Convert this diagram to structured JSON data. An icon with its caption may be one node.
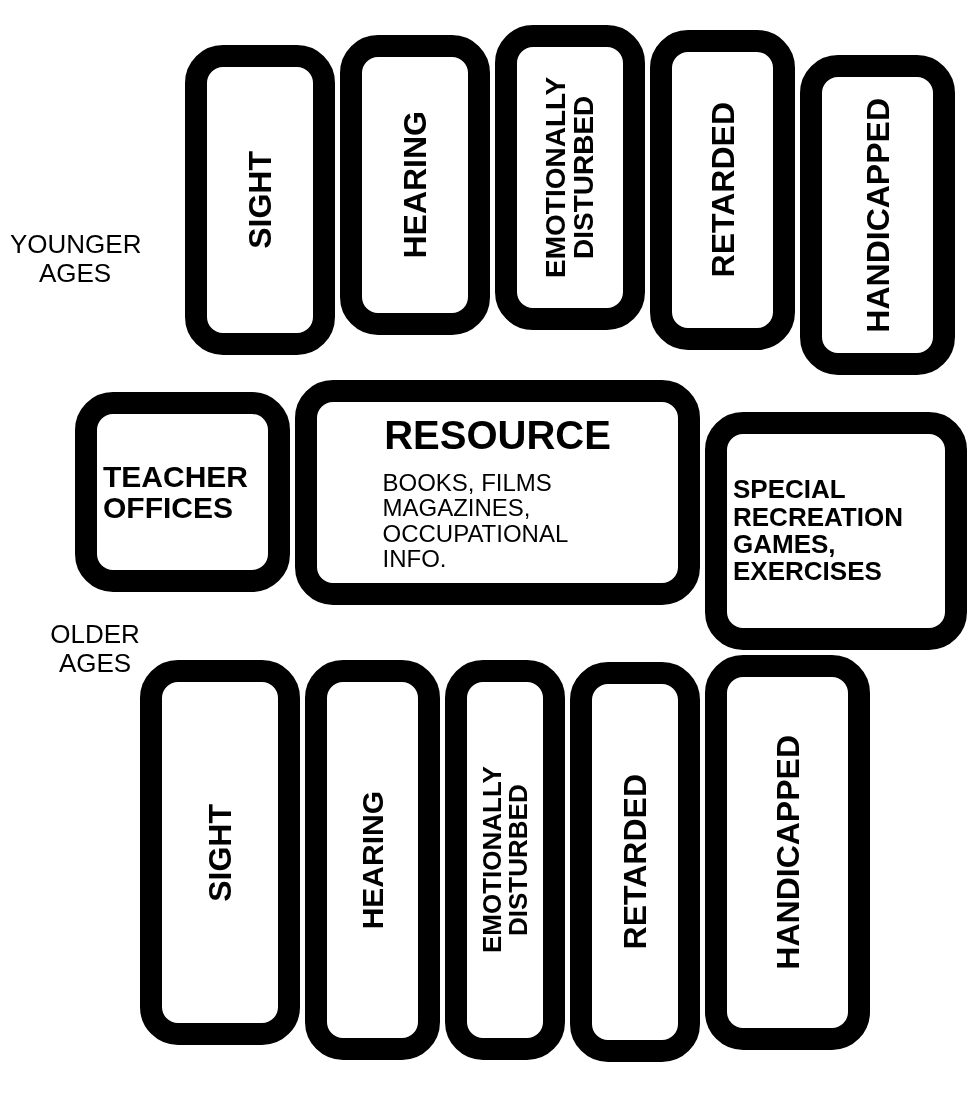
{
  "diagram": {
    "nodes": [
      {
        "text": [
          "SIGHT"
        ]
      },
      {
        "text": [
          "HEARING"
        ]
      },
      {
        "text": [
          "EMOTIONALLY DISTURBED"
        ]
      },
      {
        "text": [
          "RETARDED"
        ]
      },
      {
        "text": [
          "HANDICAPPED"
        ]
      },
      {
        "text": [
          "TEACHER OFFICES"
        ]
      },
      {
        "text": [
          "RESOURCE",
          "BOOKS, FILMS MAGAZINES, OCCUPATIONAL INFO."
        ]
      },
      {
        "text": [
          "SPECIAL RECREATION GAMES, EXERCISES"
        ]
      },
      {
        "text": [
          "SIGHT"
        ]
      },
      {
        "text": [
          "HEARING"
        ]
      },
      {
        "text": [
          "EMOTIONALLY DISTURBED"
        ]
      },
      {
        "text": [
          "RETARDED"
        ]
      },
      {
        "text": [
          "HANDICAPPED"
        ]
      }
    ],
    "labels": [
      "YOUNGER AGES",
      "OLDER AGES"
    ]
  }
}
